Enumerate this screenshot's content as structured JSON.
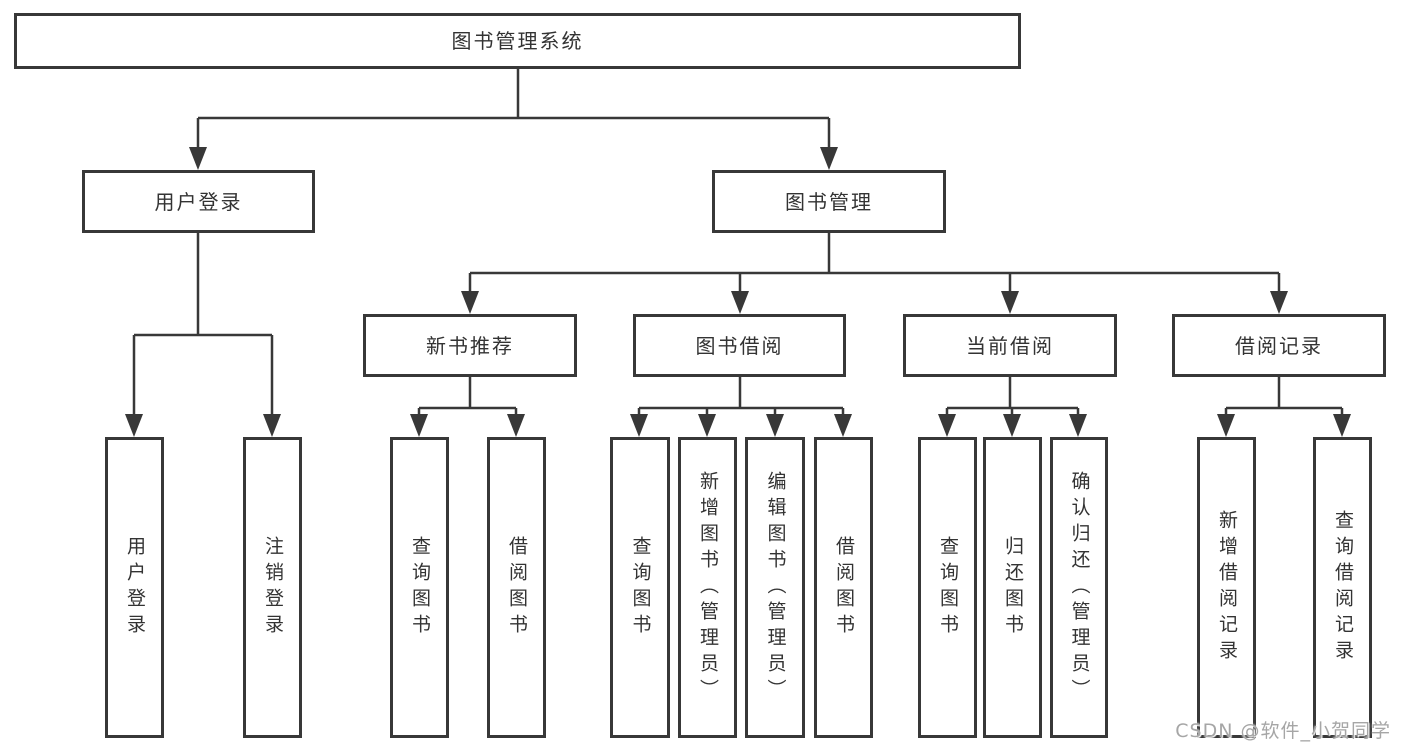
{
  "diagram": {
    "root": {
      "label": "图书管理系统"
    },
    "level2": [
      {
        "label": "用户登录"
      },
      {
        "label": "图书管理"
      }
    ],
    "level3": [
      {
        "label": "新书推荐"
      },
      {
        "label": "图书借阅"
      },
      {
        "label": "当前借阅"
      },
      {
        "label": "借阅记录"
      }
    ],
    "leaves": {
      "login": [
        {
          "label": "用户登录"
        },
        {
          "label": "注销登录"
        }
      ],
      "recommend": [
        {
          "label": "查询图书"
        },
        {
          "label": "借阅图书"
        }
      ],
      "borrow": [
        {
          "label": "查询图书"
        },
        {
          "label": "新增图书（管理员）"
        },
        {
          "label": "编辑图书（管理员）"
        },
        {
          "label": "借阅图书"
        }
      ],
      "current": [
        {
          "label": "查询图书"
        },
        {
          "label": "归还图书"
        },
        {
          "label": "确认归还（管理员）"
        }
      ],
      "records": [
        {
          "label": "新增借阅记录"
        },
        {
          "label": "查询借阅记录"
        }
      ]
    }
  },
  "watermark": {
    "text": "CSDN @软件_小贺同学"
  },
  "colors": {
    "line": "#383838",
    "box_border": "#383838",
    "box_background": "#ffffff",
    "text": "#333333",
    "watermark": "#a6a6a6",
    "page_background": "#ffffff"
  }
}
